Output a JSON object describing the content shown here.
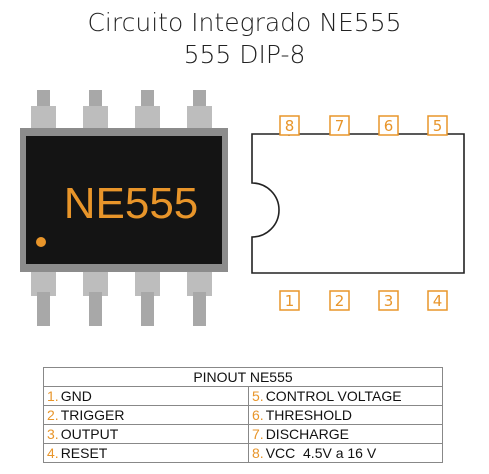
{
  "title_line1": "Circuito Integrado NE555",
  "title_line2": "555 DIP-8",
  "chip_marking": "NE555",
  "colors": {
    "accent_orange": "#e8952a",
    "chip_body": "#141414",
    "chip_frame": "#8c8c8c",
    "pin_metal": "#b3b3b3"
  },
  "diagram_pins_top": [
    "8",
    "7",
    "6",
    "5"
  ],
  "diagram_pins_bottom": [
    "1",
    "2",
    "3",
    "4"
  ],
  "pinout_table": {
    "header": "PINOUT NE555",
    "rows": [
      {
        "left_num": "1.",
        "left_label": "GND",
        "right_num": "5.",
        "right_label": "CONTROL VOLTAGE"
      },
      {
        "left_num": "2.",
        "left_label": "TRIGGER",
        "right_num": "6.",
        "right_label": "THRESHOLD"
      },
      {
        "left_num": "3.",
        "left_label": "OUTPUT",
        "right_num": "7.",
        "right_label": "DISCHARGE"
      },
      {
        "left_num": "4.",
        "left_label": "RESET",
        "right_num": "8.",
        "right_label": "VCC  4.5V a 16 V"
      }
    ]
  }
}
